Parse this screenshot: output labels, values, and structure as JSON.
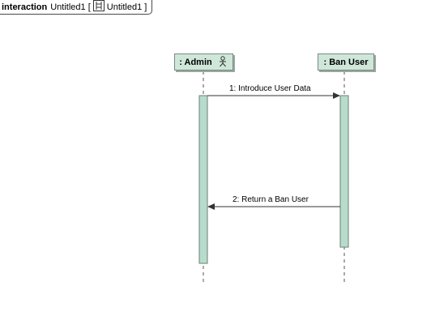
{
  "frame": {
    "keyword": "interaction",
    "name": "Untitled1",
    "bracket_open": "[",
    "diagram_name": "Untitled1",
    "bracket_close": "]",
    "icon": "sequence-diagram-icon"
  },
  "lifelines": [
    {
      "label": ": Admin",
      "icon": "actor-icon"
    },
    {
      "label": ": Ban User"
    }
  ],
  "messages": [
    {
      "label": "1: Introduce User Data",
      "from": ": Admin",
      "to": ": Ban User",
      "kind": "synchronous"
    },
    {
      "label": "2: Return a Ban User",
      "from": ": Ban User",
      "to": ": Admin",
      "kind": "reply"
    }
  ],
  "colors": {
    "activation_fill": "#b7dccb",
    "header_fill": "#cfe7d9",
    "line": "#555555"
  }
}
